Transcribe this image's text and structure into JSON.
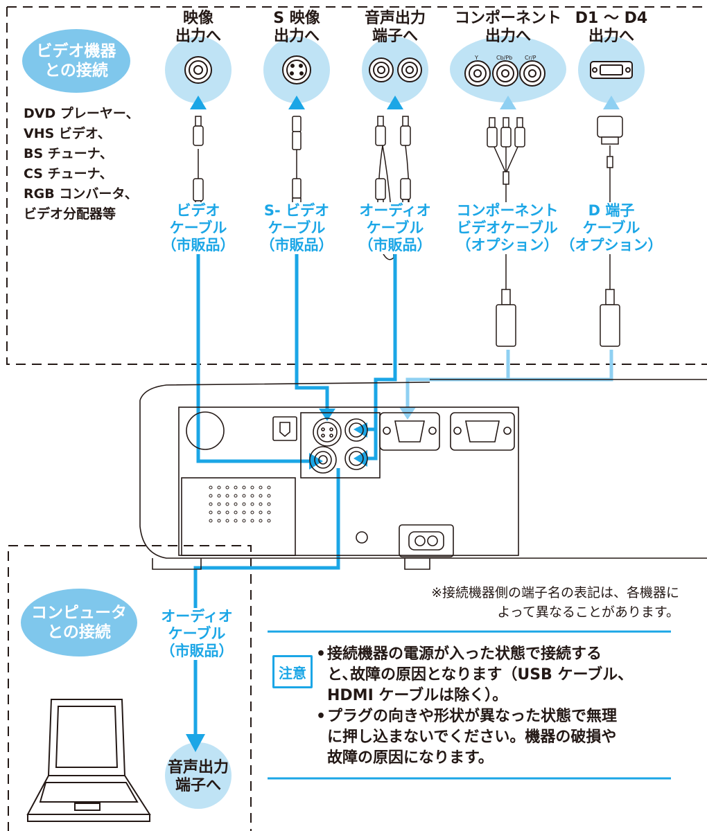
{
  "ports": [
    {
      "id": "video",
      "lines": [
        "映像",
        "出力へ"
      ]
    },
    {
      "id": "svideo",
      "lines": [
        "S 映像",
        "出力へ"
      ]
    },
    {
      "id": "audio",
      "lines": [
        "音声出力",
        "端子へ"
      ]
    },
    {
      "id": "component",
      "lines": [
        "コンポーネント",
        "出力へ"
      ],
      "sublabels": [
        "Y",
        "Cb/Pb",
        "Cr/P"
      ]
    },
    {
      "id": "d-terminal",
      "lines": [
        "D1 ～ D4",
        "出力へ"
      ]
    }
  ],
  "video_group": {
    "title_lines": [
      "ビデオ機器",
      "との接続"
    ],
    "devices": [
      "DVD プレーヤー、",
      "VHS ビデオ、",
      "BS チューナ、",
      "CS チューナ、",
      "RGB コンバータ、",
      "ビデオ分配器等"
    ]
  },
  "cables": [
    {
      "id": "video-cable",
      "lines": [
        "ビデオ",
        "ケーブル",
        "（市販品）"
      ]
    },
    {
      "id": "svideo-cable",
      "lines": [
        "S- ビデオ",
        "ケーブル",
        "（市販品）"
      ]
    },
    {
      "id": "audio-cable",
      "lines": [
        "オーディオ",
        "ケーブル",
        "（市販品）"
      ]
    },
    {
      "id": "component-cable",
      "lines": [
        "コンポーネント",
        "ビデオケーブル",
        "（オプション）"
      ]
    },
    {
      "id": "d-cable",
      "lines": [
        "D 端子",
        "ケーブル",
        "（オプション）"
      ]
    }
  ],
  "note_lines": [
    "※接続機器側の端子名の表記は、各機器に",
    "よって異なることがあります。"
  ],
  "computer_group": {
    "title_lines": [
      "コンピュータ",
      "との接続"
    ],
    "cable_lines": [
      "オーディオ",
      "ケーブル",
      "（市販品）"
    ],
    "port_lines": [
      "音声出力",
      "端子へ"
    ]
  },
  "caution": {
    "badge": "注意",
    "bullets": [
      [
        "接続機器の電源が入った状態で接続する",
        "と､故障の原因となります（USB ケーブル、",
        "HDMI ケーブルは除く）。"
      ],
      [
        "プラグの向きや形状が異なった状態で無理",
        "に押し込まないでください。機器の破損や",
        "故障の原因になります。"
      ]
    ]
  },
  "colors": {
    "accent": "#1ba6e6",
    "accent_light": "#8fd0f2",
    "port_circle": "#bfe3f5",
    "title_blob": "#7fc7ec",
    "ink": "#231815",
    "dash": "#231815"
  }
}
